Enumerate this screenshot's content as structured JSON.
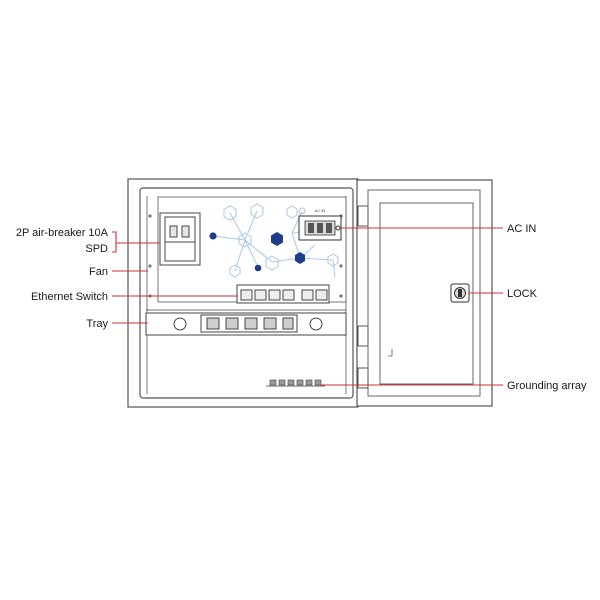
{
  "labels": {
    "breaker": "2P air-breaker 10A",
    "spd": "SPD",
    "fan": "Fan",
    "ethernet_switch": "Ethernet Switch",
    "tray": "Tray",
    "ac_in": "AC IN",
    "lock": "LOCK",
    "grounding": "Grounding array"
  },
  "terminal_text": "AC IN",
  "colors": {
    "callout": "#d0302f",
    "outline": "#555555",
    "node_dark": "#1f3d8a",
    "node_light": "#a9c7ea"
  },
  "icons": [
    "lock-icon",
    "screw-icon",
    "hinge-icon"
  ]
}
